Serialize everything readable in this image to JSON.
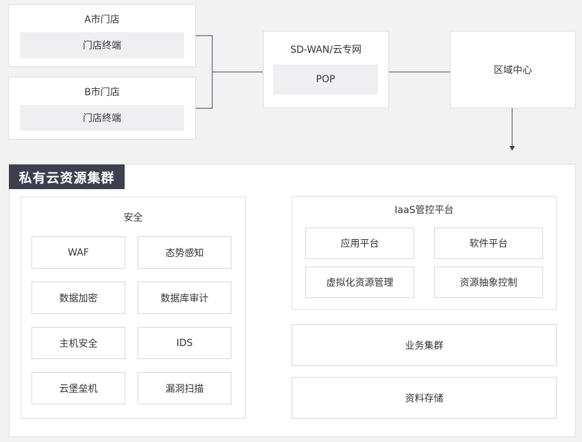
{
  "stores": [
    {
      "title": "A市门店",
      "terminal": "门店终端"
    },
    {
      "title": "B市门店",
      "terminal": "门店终端"
    }
  ],
  "sdwan": {
    "title": "SD-WAN/云专网",
    "pop": "POP"
  },
  "region": {
    "title": "区域中心"
  },
  "cluster": {
    "title": "私有云资源集群",
    "security": {
      "title": "安全",
      "items": [
        "WAF",
        "态势感知",
        "数据加密",
        "数据库审计",
        "主机安全",
        "IDS",
        "云堡垒机",
        "漏洞扫描"
      ]
    },
    "iaas": {
      "title": "IaaS管控平台",
      "items": [
        "应用平台",
        "软件平台",
        "虚拟化资源管理",
        "资源抽象控制"
      ]
    },
    "business": "业务集群",
    "storage": "资料存储"
  }
}
